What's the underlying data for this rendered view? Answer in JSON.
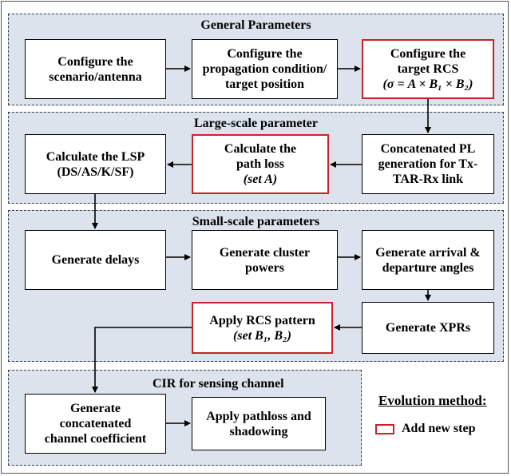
{
  "sections": {
    "general": "General Parameters",
    "large": "Large-scale parameter",
    "small": "Small-scale parameters",
    "cir": "CIR for sensing channel"
  },
  "boxes": {
    "configure_scenario": "Configure the\nscenario/antenna",
    "configure_propagation": "Configure the\npropagation condition/\ntarget position",
    "configure_rcs_line1": "Configure the\ntarget RCS",
    "configure_rcs_formula": "(σ = A × B₁ × B₂)",
    "concatenated_pl": "Concatenated  PL\ngeneration for Tx-\nTAR-Rx link",
    "path_loss_line1": "Calculate the\npath loss",
    "path_loss_set": "(set A)",
    "calculate_lsp": "Calculate the LSP\n(DS/AS/K/SF)",
    "generate_delays": "Generate delays",
    "cluster_powers": "Generate cluster\npowers",
    "arrival_departure": "Generate arrival &\ndeparture angles",
    "generate_xprs": "Generate XPRs",
    "rcs_pattern_line1": "Apply RCS pattern",
    "rcs_pattern_set": "(set B₁, B₂)",
    "channel_coefficient": "Generate\nconcatenated\nchannel coefficient",
    "pathloss_shadowing": "Apply pathloss and\nshadowing"
  },
  "legend": {
    "title": "Evolution method:",
    "new_step": "Add new step"
  },
  "colors": {
    "section_fill": "#dde3ec",
    "section_border": "#2f3d52",
    "new_step_border": "#c8232c"
  }
}
